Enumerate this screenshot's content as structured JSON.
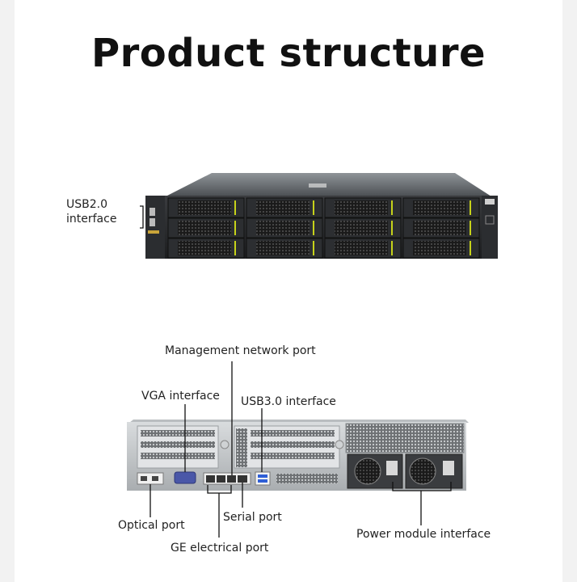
{
  "title": "Product structure",
  "callouts": {
    "usb20": "USB2.0\ninterface",
    "management_network": "Management network port",
    "vga": "VGA interface",
    "usb30": "USB3.0 interface",
    "optical": "Optical port",
    "serial": "Serial port",
    "ge_electrical": "GE electrical port",
    "power_module": "Power module interface"
  },
  "colors": {
    "chassis_dark": "#2a2c2e",
    "chassis_light": "#bfc3c6",
    "drive_latch_accent": "#c6d21a",
    "vga_port": "#4a57a8",
    "power_fan_grill": "#333333"
  }
}
